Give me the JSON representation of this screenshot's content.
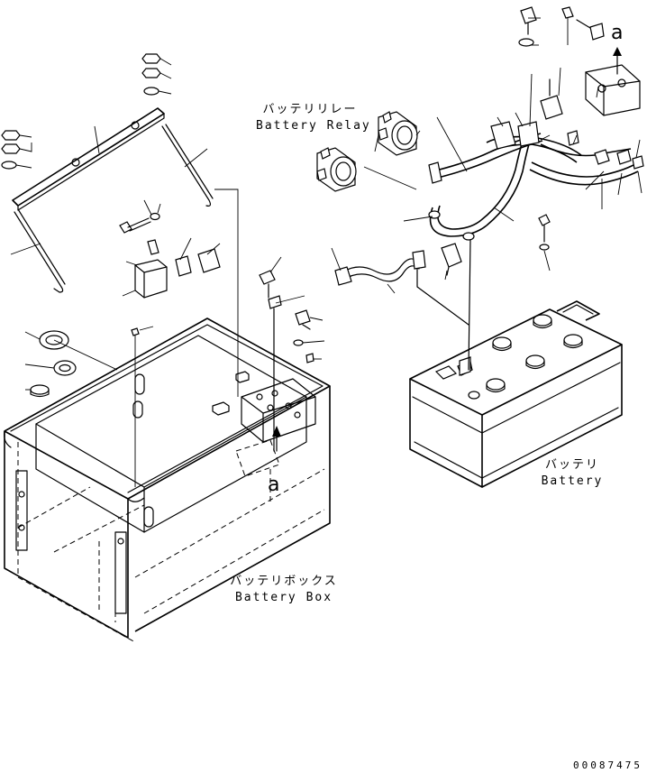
{
  "labels": {
    "battery_relay_jp": "バッテリリレー",
    "battery_relay_en": "Battery Relay",
    "battery_jp": "バッテリ",
    "battery_en": "Battery",
    "battery_box_jp": "バッテリボックス",
    "battery_box_en": "Battery Box"
  },
  "reference_mark": "a",
  "drawing_number": "00087475"
}
